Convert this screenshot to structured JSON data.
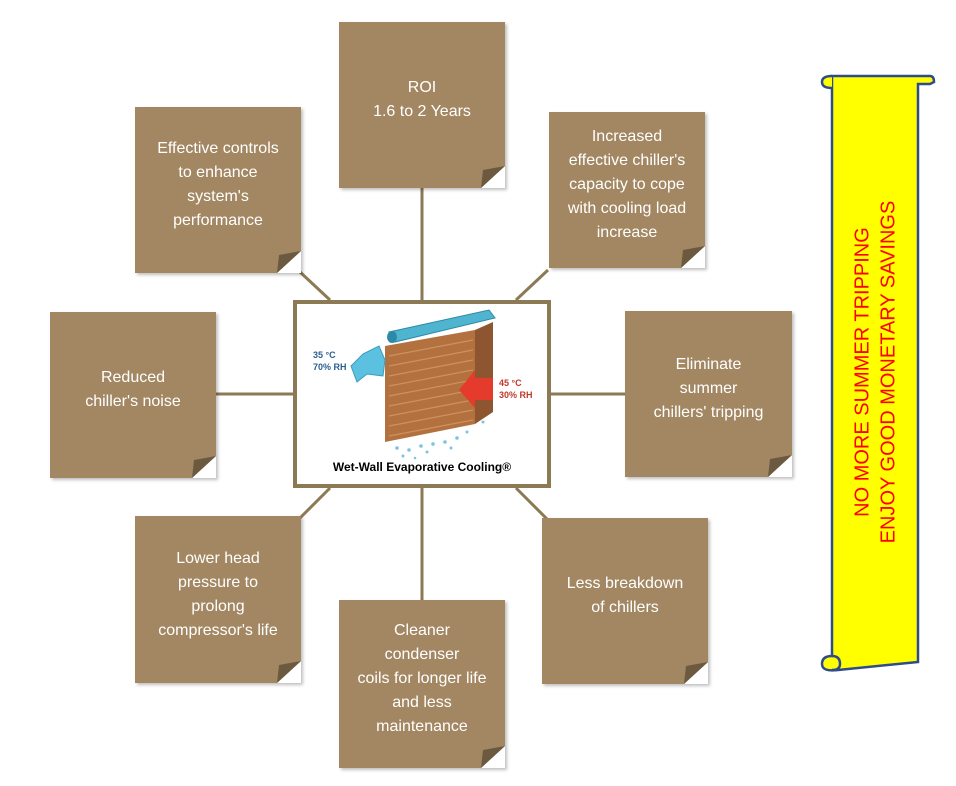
{
  "center": {
    "caption": "Wet-Wall Evaporative Cooling®",
    "outlet_temp": "35 °C",
    "outlet_rh": "70% RH",
    "inlet_temp": "45 °C",
    "inlet_rh": "30% RH"
  },
  "notes": {
    "roi": "ROI\n1.6 to 2 Years",
    "controls": "Effective controls\nto enhance\nsystem's\nperformance",
    "capacity": "Increased\neffective chiller's\ncapacity to cope\nwith cooling load\nincrease",
    "noise": "Reduced\nchiller's noise",
    "tripping": "Eliminate\nsummer\nchillers' tripping",
    "head_pressure": "Lower head\npressure  to\nprolong\ncompressor's life",
    "condenser": "Cleaner\ncondenser\ncoils for longer life\nand less\nmaintenance",
    "breakdown": "Less breakdown\nof chillers"
  },
  "banner": {
    "line1": "NO MORE SUMMER TRIPPING",
    "line2": "ENJOY GOOD MONETARY SAVINGS"
  },
  "colors": {
    "note_fill": "#a28762",
    "connector": "#8c7a55",
    "banner_fill": "#ffff00",
    "banner_text": "#ff0000",
    "banner_outline": "#2f4b8a"
  }
}
